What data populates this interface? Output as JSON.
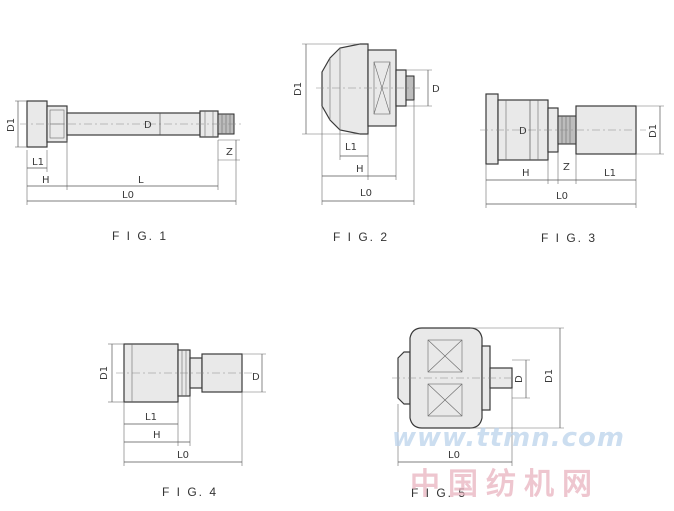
{
  "figures": [
    {
      "caption": "F I G. 1",
      "labels": [
        "D1",
        "L1",
        "H",
        "L",
        "L0",
        "D",
        "Z"
      ]
    },
    {
      "caption": "F I G. 2",
      "labels": [
        "D1",
        "L1",
        "H",
        "L0",
        "D"
      ]
    },
    {
      "caption": "F I G. 3",
      "labels": [
        "D",
        "D1",
        "H",
        "Z",
        "L1",
        "L0"
      ]
    },
    {
      "caption": "F I G. 4",
      "labels": [
        "D1",
        "D",
        "L1",
        "H",
        "L0"
      ]
    },
    {
      "caption": "F I G. 5",
      "labels": [
        "D",
        "D1",
        "L0"
      ]
    }
  ],
  "watermark": {
    "url": "www.ttmn.com",
    "name": "中国纺机网"
  }
}
